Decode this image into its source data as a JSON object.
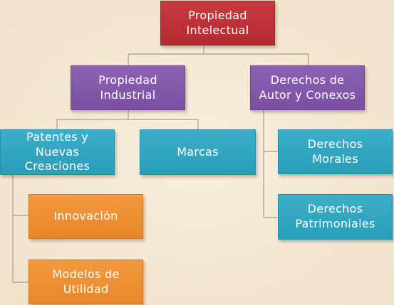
{
  "diagram": {
    "root": {
      "label": "Propiedad\nIntelectual",
      "color": "#b8303a"
    },
    "industrial": {
      "label": "Propiedad\nIndustrial",
      "color": "#7e56a6"
    },
    "autor": {
      "label": "Derechos de\nAutor y Conexos",
      "color": "#7e56a6"
    },
    "patentes": {
      "label": "Patentes y\nNuevas\nCreaciones",
      "color": "#31a4bf"
    },
    "marcas": {
      "label": "Marcas",
      "color": "#31a4bf"
    },
    "morales": {
      "label": "Derechos\nMorales",
      "color": "#31a4bf"
    },
    "patrimoniales": {
      "label": "Derechos\nPatrimoniales",
      "color": "#31a4bf"
    },
    "innovacion": {
      "label": "Innovación",
      "color": "#ec8c31"
    },
    "modelos": {
      "label": "Modelos de\nUtilidad",
      "color": "#ec8c31"
    }
  }
}
